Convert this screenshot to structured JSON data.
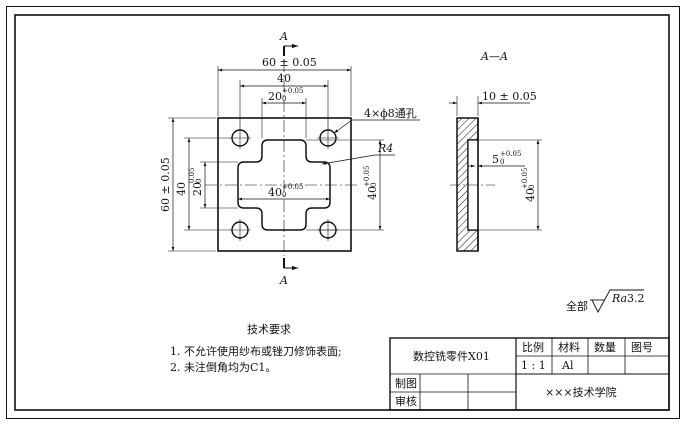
{
  "front_view": {
    "section_mark_top": "A",
    "section_mark_bottom": "A",
    "dim_overall_width": "60 ± 0.05",
    "dim_hole_spacing_x": "40",
    "dim_slot_width": "20",
    "dim_slot_width_tol_upper": "+0.05",
    "dim_slot_width_tol_lower": "0",
    "hole_callout": "4×ϕ8通孔",
    "radius_callout": "R4",
    "dim_overall_height": "60 ± 0.05",
    "dim_hole_spacing_y": "40",
    "dim_slot_height": "20",
    "dim_slot_height_tol_upper": "0.05",
    "dim_slot_height_tol_lower": "0",
    "dim_pocket_width": "40",
    "dim_pocket_width_tol_upper": "+0.05",
    "dim_pocket_width_tol_lower": "0",
    "dim_pocket_height": "40",
    "dim_pocket_height_tol_upper": "+0.05",
    "dim_pocket_height_tol_lower": "0"
  },
  "section_view": {
    "title": "A—A",
    "dim_thickness": "10 ± 0.05",
    "dim_depth": "5",
    "dim_depth_tol_upper": "+0.05",
    "dim_depth_tol_lower": "0",
    "dim_pocket": "40",
    "dim_pocket_tol_upper": "+0.05",
    "dim_pocket_tol_lower": "0"
  },
  "roughness": {
    "prefix": "全部",
    "symbol": "Ra",
    "value": "3.2"
  },
  "requirements": {
    "title": "技术要求",
    "items": [
      "1. 不允许使用纱布或锉刀修饰表面;",
      "2. 未注倒角均为C1。"
    ]
  },
  "title_block": {
    "part_name": "数控铣零件X01",
    "scale_label": "比例",
    "material_label": "材料",
    "quantity_label": "数量",
    "drawing_no_label": "图号",
    "scale_value": "1 : 1",
    "material_value": "Al",
    "drawn_label": "制图",
    "checked_label": "审核",
    "school": "×××技术学院"
  }
}
